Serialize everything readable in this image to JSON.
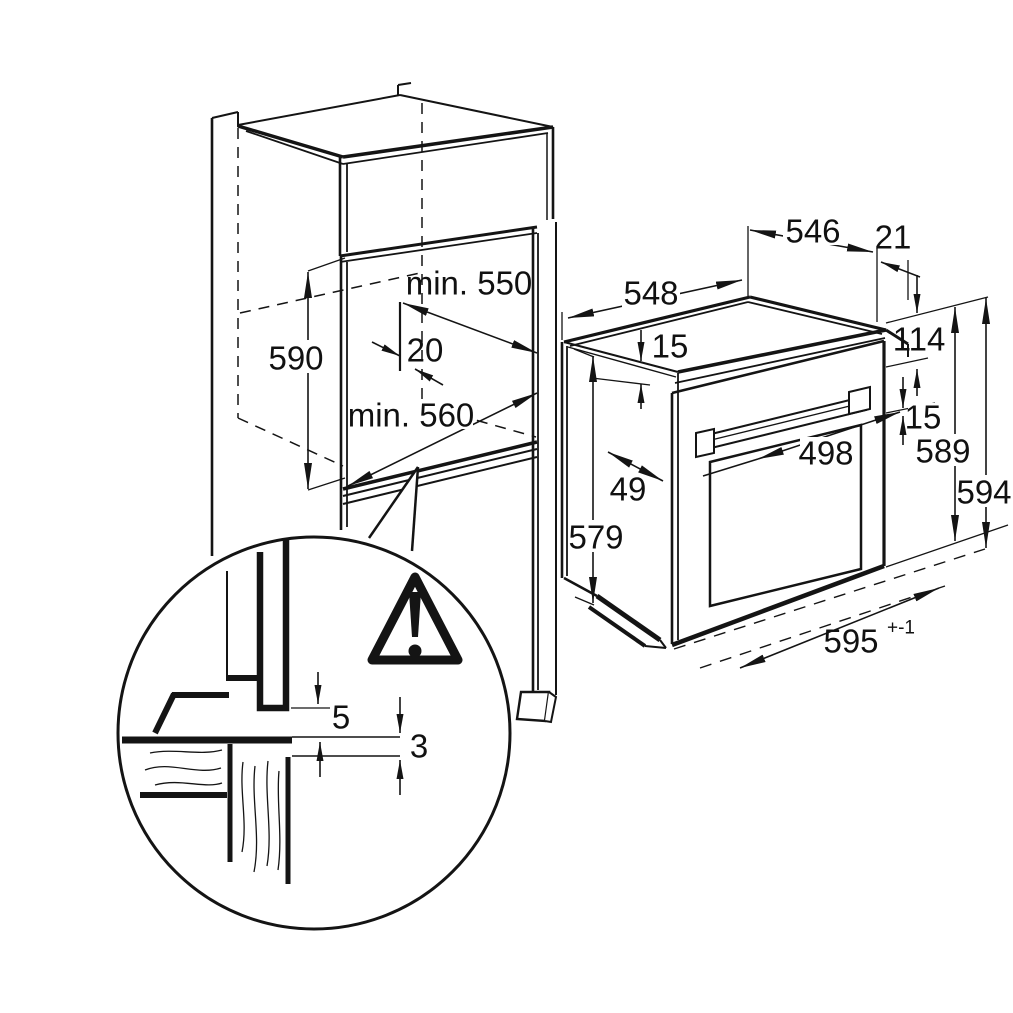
{
  "page": {
    "type": "appliance built-in installation diagram",
    "units": "mm",
    "background": "#ffffff",
    "line_color": "#141414"
  },
  "cabinet": {
    "labels": {
      "niche_height": "590",
      "niche_depth_min": "min. 550",
      "rear_clearance": "20",
      "niche_width_min": "min. 560"
    }
  },
  "oven": {
    "labels": {
      "top_width": "548",
      "depth": "546",
      "front_overhang": "21",
      "top_edge_inset": "15",
      "control_panel_height": "114",
      "handle_offset": "15",
      "height_to_frame": "589",
      "total_height": "594",
      "handle_length": "498",
      "handle_projection": "49",
      "body_height": "579",
      "front_width": "595",
      "front_width_tolerance": "+-1"
    }
  },
  "detail": {
    "labels": {
      "front_gap": "5",
      "board_gap": "3"
    },
    "warning_icon": "exclamation-triangle"
  }
}
